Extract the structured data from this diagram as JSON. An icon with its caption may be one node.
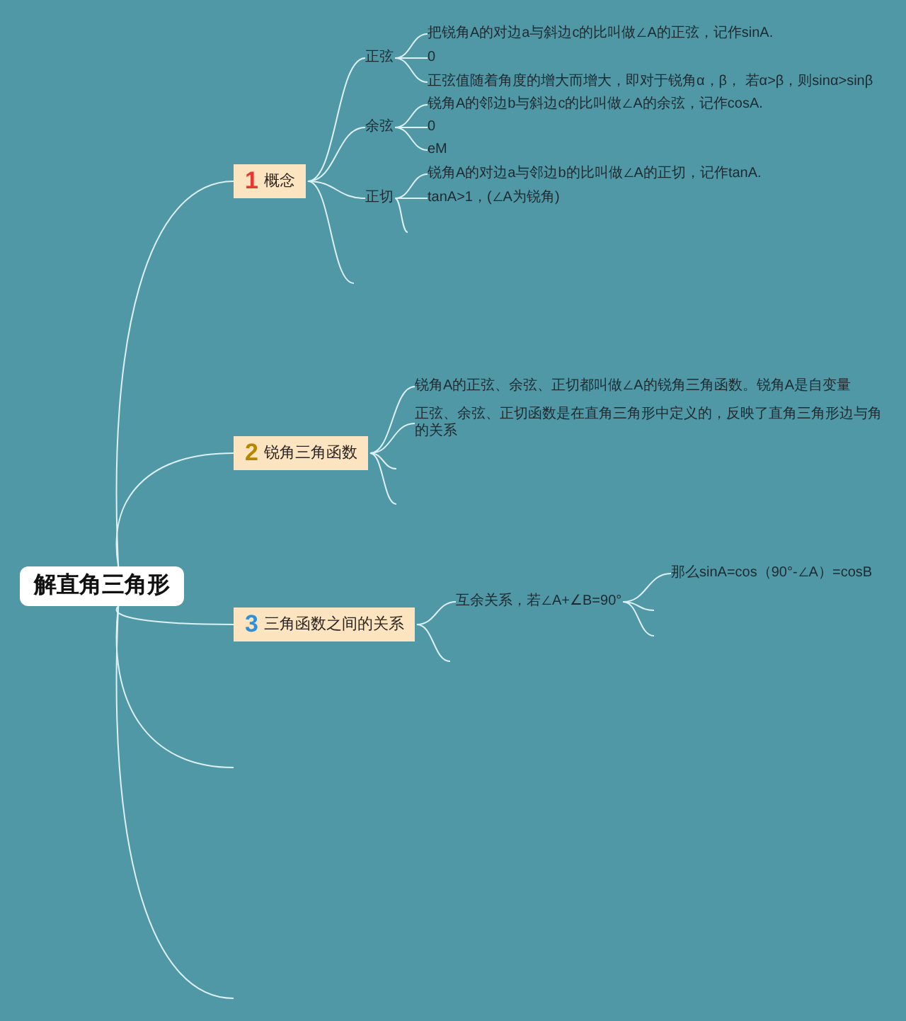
{
  "diagram": {
    "nodes": [
      {
        "text": [
          "解直角三角形"
        ]
      },
      {
        "text": [
          "1",
          "概念"
        ]
      },
      {
        "text": [
          "2",
          "锐角三角函数"
        ]
      },
      {
        "text": [
          "3",
          "三角函数之间的关系"
        ]
      },
      {
        "text": [
          "正弦"
        ]
      },
      {
        "text": [
          "余弦"
        ]
      },
      {
        "text": [
          "正切"
        ]
      },
      {
        "text": [
          "把锐角A的对边a与斜边c的比叫做∠A的正弦，记作sinA."
        ]
      },
      {
        "text": [
          "0"
        ]
      },
      {
        "text": [
          "正弦值随着角度的增大而增大，即对于锐角α，β， 若α>β，则sinα>sinβ"
        ]
      },
      {
        "text": [
          "锐角A的邻边b与斜边c的比叫做∠A的余弦，记作cosA."
        ]
      },
      {
        "text": [
          "0"
        ]
      },
      {
        "text": [
          "eM"
        ]
      },
      {
        "text": [
          "锐角A的对边a与邻边b的比叫做∠A的正切，记作tanA."
        ]
      },
      {
        "text": [
          "tanA>1，(∠A为锐角)"
        ]
      },
      {
        "text": [
          "锐角A的正弦、余弦、正切都叫做∠A的锐角三角函数。锐角A是自变量"
        ]
      },
      {
        "text": [
          "正弦、余弦、正切函数是在直角三角形中定义的，反映了直角三角形边与角的关系"
        ]
      },
      {
        "text": [
          "互余关系，若∠A+∠B=90°"
        ]
      },
      {
        "text": [
          "那么sinA=cos（90°-∠A）=cosB"
        ]
      }
    ],
    "edges": [
      {
        "from": 0,
        "to": 1,
        "arrow": "none"
      },
      {
        "from": 0,
        "to": 2,
        "arrow": "none"
      },
      {
        "from": 0,
        "to": 3,
        "arrow": "none"
      },
      {
        "from": 0,
        "to": null,
        "arrow": "none"
      },
      {
        "from": 0,
        "to": null,
        "arrow": "none"
      },
      {
        "from": 1,
        "to": 4,
        "arrow": "none"
      },
      {
        "from": 1,
        "to": 5,
        "arrow": "none"
      },
      {
        "from": 1,
        "to": 6,
        "arrow": "none"
      },
      {
        "from": 1,
        "to": null,
        "arrow": "none"
      },
      {
        "from": 4,
        "to": 7,
        "arrow": "none"
      },
      {
        "from": 4,
        "to": 8,
        "arrow": "none"
      },
      {
        "from": 4,
        "to": 9,
        "arrow": "none"
      },
      {
        "from": 5,
        "to": 10,
        "arrow": "none"
      },
      {
        "from": 5,
        "to": 11,
        "arrow": "none"
      },
      {
        "from": 5,
        "to": 12,
        "arrow": "none"
      },
      {
        "from": 6,
        "to": 13,
        "arrow": "none"
      },
      {
        "from": 6,
        "to": 14,
        "arrow": "none"
      },
      {
        "from": 6,
        "to": null,
        "arrow": "none"
      },
      {
        "from": 2,
        "to": 15,
        "arrow": "none"
      },
      {
        "from": 2,
        "to": 16,
        "arrow": "none"
      },
      {
        "from": 2,
        "to": null,
        "arrow": "none"
      },
      {
        "from": 2,
        "to": null,
        "arrow": "none"
      },
      {
        "from": 3,
        "to": 17,
        "arrow": "none"
      },
      {
        "from": 3,
        "to": null,
        "arrow": "none"
      },
      {
        "from": 17,
        "to": 18,
        "arrow": "none"
      },
      {
        "from": 17,
        "to": null,
        "arrow": "none"
      },
      {
        "from": 17,
        "to": null,
        "arrow": "none"
      }
    ]
  }
}
